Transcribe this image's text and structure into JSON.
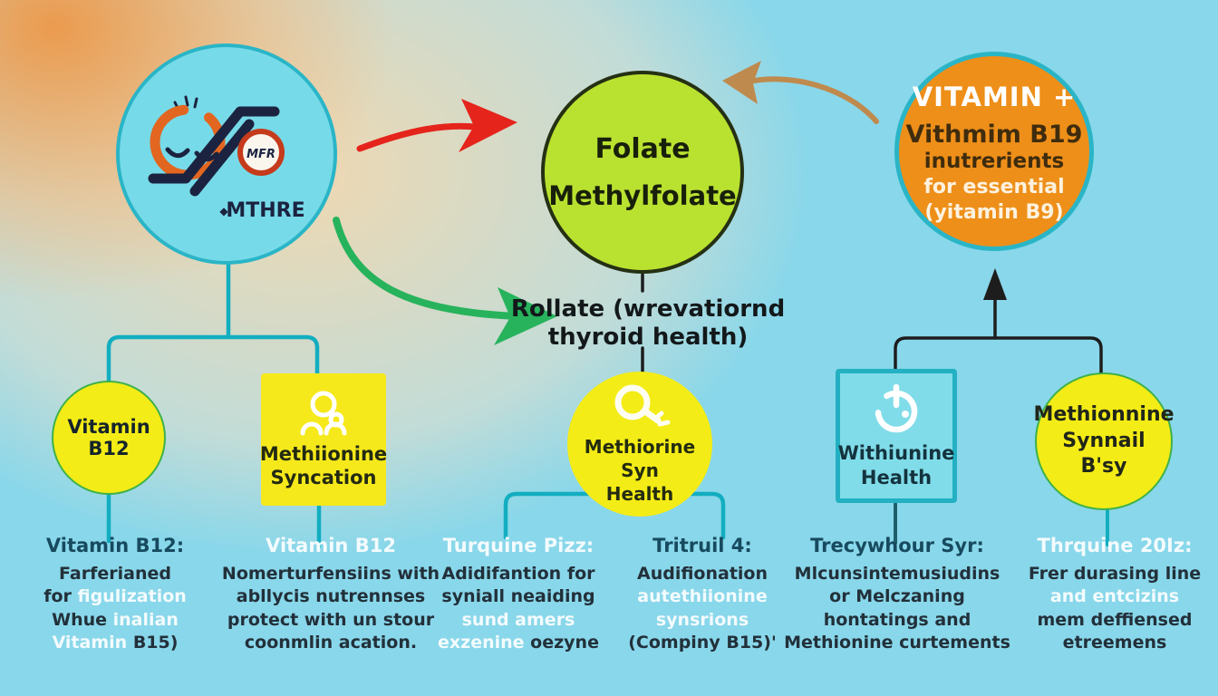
{
  "colors": {
    "teal_line": "#12aec0",
    "black_line": "#1d1d1d",
    "red_arrow": "#e5241c",
    "green_arrow": "#27b35c",
    "orange_arrow": "#bf8a4d",
    "node_blue": "#77dae8",
    "node_green": "#b9e230",
    "node_orange": "#ee8f19",
    "node_yellow": "#f4ec16",
    "blue_box": "#80dce9"
  },
  "mthfr_node": {
    "badge": "MFR",
    "label": "MTHRE"
  },
  "folate_node": {
    "lines": [
      "Folate",
      "Methylfolate"
    ]
  },
  "vitamin_node": {
    "lines": [
      "VITAMIN +",
      "Vithmim B19",
      "inutrerients",
      "for essential",
      "(yitamin B9)"
    ]
  },
  "rollate_caption": {
    "lines": [
      "Rollate (wrevatiornd",
      "thyroid health)"
    ]
  },
  "b12_circle": {
    "label": "Vitamin B12"
  },
  "methionine_box": {
    "lines": [
      "Methiionine",
      "Syncation"
    ]
  },
  "syn_circle": {
    "lines": [
      "Methiorine Syn",
      "Health"
    ]
  },
  "health_box": {
    "lines": [
      "Withiunine",
      "Health"
    ]
  },
  "synnail_circle": {
    "lines": [
      "Methionnine",
      "Synnail B'sy"
    ]
  },
  "columns": [
    {
      "heading": "Vitamin B12:",
      "heading_tone": "dark",
      "lines": [
        [
          {
            "t": "Farferianed",
            "tone": "dark"
          }
        ],
        [
          {
            "t": "for ",
            "tone": "dark"
          },
          {
            "t": "figulization",
            "tone": "white"
          }
        ],
        [
          {
            "t": "Whue ",
            "tone": "dark"
          },
          {
            "t": "inalian",
            "tone": "white"
          }
        ],
        [
          {
            "t": "Vitamin ",
            "tone": "white"
          },
          {
            "t": "B15)",
            "tone": "dark"
          }
        ]
      ]
    },
    {
      "heading": "Vitamin B12",
      "heading_tone": "white",
      "lines": [
        [
          {
            "t": "Nomerturfensiins with",
            "tone": "dark"
          }
        ],
        [
          {
            "t": "abllycis nutrennses",
            "tone": "dark"
          }
        ],
        [
          {
            "t": "protect with un stour",
            "tone": "dark"
          }
        ],
        [
          {
            "t": "coonmlin acation.",
            "tone": "dark"
          }
        ]
      ]
    },
    {
      "heading": "Turquine Pizz:",
      "heading_tone": "white",
      "lines": [
        [
          {
            "t": "Adidifantion for",
            "tone": "dark"
          }
        ],
        [
          {
            "t": "syniall neaiding",
            "tone": "dark"
          }
        ],
        [
          {
            "t": "sund amers",
            "tone": "white"
          }
        ],
        [
          {
            "t": "exzenine ",
            "tone": "white"
          },
          {
            "t": "oezyne",
            "tone": "dark"
          }
        ]
      ]
    },
    {
      "heading": "Tritruil 4:",
      "heading_tone": "dark",
      "lines": [
        [
          {
            "t": "Audifionation",
            "tone": "dark"
          }
        ],
        [
          {
            "t": "autethiionine",
            "tone": "white"
          }
        ],
        [
          {
            "t": "synsrions",
            "tone": "white"
          }
        ],
        [
          {
            "t": "(Compiny B15)'",
            "tone": "dark"
          }
        ]
      ]
    },
    {
      "heading": "Trecywhour Syr:",
      "heading_tone": "dark",
      "lines": [
        [
          {
            "t": "Mlcunsintemusiudins",
            "tone": "dark"
          }
        ],
        [
          {
            "t": "or Melczaning",
            "tone": "dark"
          }
        ],
        [
          {
            "t": "hontatings and",
            "tone": "dark"
          }
        ],
        [
          {
            "t": "Methionine curtements",
            "tone": "dark"
          }
        ]
      ]
    },
    {
      "heading": "Thrquine 20Iz:",
      "heading_tone": "white",
      "lines": [
        [
          {
            "t": "Frer durasing line",
            "tone": "dark"
          }
        ],
        [
          {
            "t": "and entcizins",
            "tone": "white"
          }
        ],
        [
          {
            "t": "mem deffiensed",
            "tone": "dark"
          }
        ],
        [
          {
            "t": "etreemens",
            "tone": "dark"
          }
        ]
      ]
    }
  ]
}
